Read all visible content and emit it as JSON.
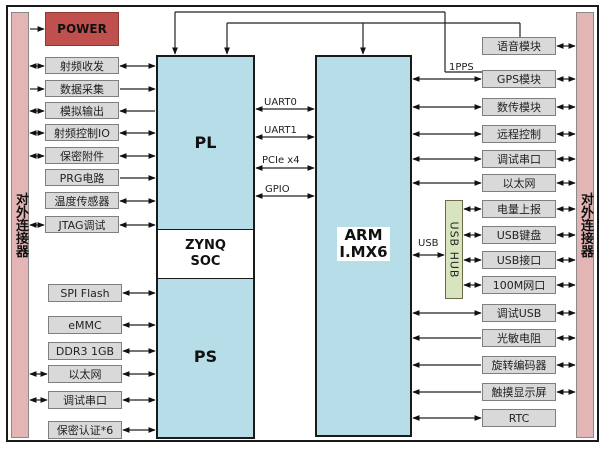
{
  "connector": {
    "label": "对外连接器"
  },
  "power": {
    "label": "POWER"
  },
  "zynq": {
    "pl_label": "PL",
    "soc_line1": "ZYNQ",
    "soc_line2": "SOC",
    "ps_label": "PS"
  },
  "arm": {
    "line1": "ARM",
    "line2": "I.MX6"
  },
  "buses": [
    {
      "label": "UART0"
    },
    {
      "label": "UART1"
    },
    {
      "label": "PCIe x4"
    },
    {
      "label": "GPIO"
    }
  ],
  "pl_modules": [
    {
      "label": "射频收发",
      "to_connector": "both",
      "to_chip": "both"
    },
    {
      "label": "数据采集",
      "to_connector": "in",
      "to_chip": "in"
    },
    {
      "label": "模拟输出",
      "to_connector": "both",
      "to_chip": "out"
    },
    {
      "label": "射频控制IO",
      "to_connector": "both",
      "to_chip": "both"
    },
    {
      "label": "保密附件",
      "to_connector": "both",
      "to_chip": "both"
    },
    {
      "label": "PRG电路",
      "to_connector": "none",
      "to_chip": "in"
    },
    {
      "label": "温度传感器",
      "to_connector": "none",
      "to_chip": "both"
    },
    {
      "label": "JTAG调试",
      "to_connector": "both",
      "to_chip": "both"
    }
  ],
  "ps_modules": [
    {
      "label": "SPI Flash",
      "to_connector": "none"
    },
    {
      "label": "eMMC",
      "to_connector": "none"
    },
    {
      "label": "DDR3  1GB",
      "to_connector": "none"
    },
    {
      "label": "以太网",
      "to_connector": "both"
    },
    {
      "label": "调试串口",
      "to_connector": "both"
    },
    {
      "label": "保密认证*6",
      "to_connector": "none"
    }
  ],
  "arm_modules": [
    {
      "label": "语音模块"
    },
    {
      "label": "GPS模块"
    },
    {
      "label": "数传模块"
    },
    {
      "label": "远程控制"
    },
    {
      "label": "调试串口"
    },
    {
      "label": "以太网"
    }
  ],
  "usb": {
    "link_label": "USB",
    "hub_label": "USB HUB"
  },
  "hub_modules": [
    {
      "label": "电量上报"
    },
    {
      "label": "USB键盘"
    },
    {
      "label": "USB接口"
    },
    {
      "label": "100M网口"
    }
  ],
  "arm_modules_lower": [
    {
      "label": "调试USB"
    },
    {
      "label": "光敏电阻"
    },
    {
      "label": "旋转编码器"
    },
    {
      "label": "触摸显示屏"
    },
    {
      "label": "RTC"
    }
  ],
  "signals": {
    "pps_label": "1PPS"
  },
  "colors": {
    "connector": "#e3b5b5",
    "chip": "#b7dde8",
    "module": "#d9d9d9",
    "power": "#c0504d",
    "hub": "#d7e4bd"
  }
}
